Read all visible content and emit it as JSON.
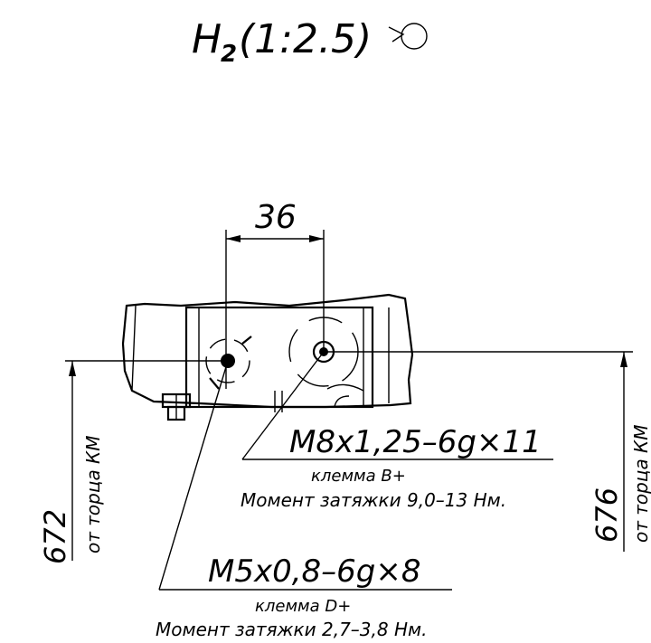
{
  "view_label": {
    "name": "H",
    "subscript": "2",
    "scale": "(1:2.5)"
  },
  "dimension_top": "36",
  "terminal_b": {
    "thread": "M8x1,25–6g×11",
    "name": "клемма B+",
    "torque": "Момент затяжки 9,0–13 Нм."
  },
  "terminal_d": {
    "thread": "M5x0,8–6g×8",
    "name": "клемма D+",
    "torque": "Момент затяжки 2,7–3,8 Нм."
  },
  "left_dimension": {
    "value": "672",
    "note": "от торца КМ"
  },
  "right_dimension": {
    "value": "676",
    "note": "от торца КМ"
  }
}
